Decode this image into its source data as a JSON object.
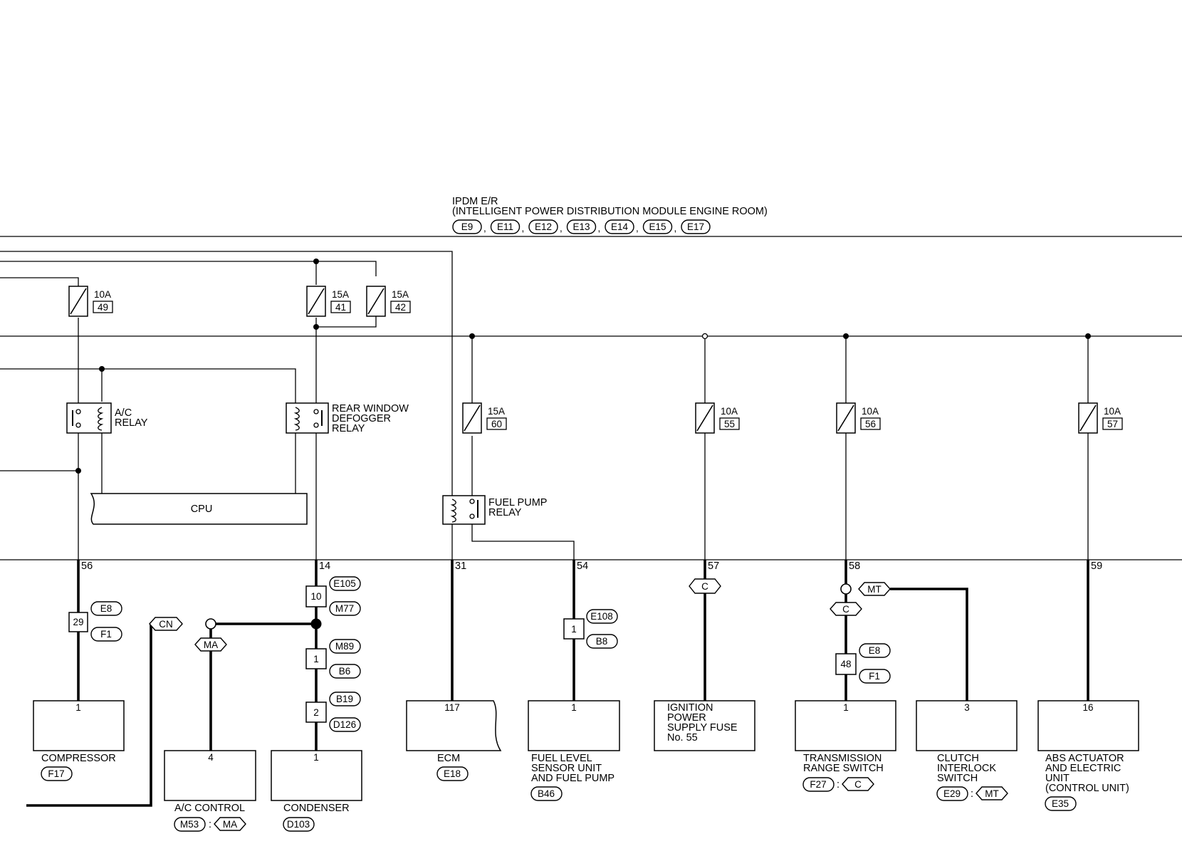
{
  "ipdm": {
    "title_line1": "IPDM E/R",
    "title_line2": "(INTELLIGENT POWER DISTRIBUTION MODULE ENGINE ROOM)",
    "connectors": [
      "E9",
      "E11",
      "E12",
      "E13",
      "E14",
      "E15",
      "E17"
    ]
  },
  "fuses": [
    {
      "id": "f49",
      "rating": "10A",
      "number": "49"
    },
    {
      "id": "f41",
      "rating": "15A",
      "number": "41"
    },
    {
      "id": "f42",
      "rating": "15A",
      "number": "42"
    },
    {
      "id": "f60",
      "rating": "15A",
      "number": "60"
    },
    {
      "id": "f55",
      "rating": "10A",
      "number": "55"
    },
    {
      "id": "f56",
      "rating": "10A",
      "number": "56"
    },
    {
      "id": "f57",
      "rating": "10A",
      "number": "57"
    }
  ],
  "relays": {
    "ac": [
      "A/C",
      "RELAY"
    ],
    "defogger": [
      "REAR WINDOW",
      "DEFOGGER",
      "RELAY"
    ],
    "fuel_pump": [
      "FUEL PUMP",
      "RELAY"
    ]
  },
  "cpu_label": "CPU",
  "terminals": [
    "56",
    "14",
    "31",
    "54",
    "57",
    "58",
    "59"
  ],
  "inline_connectors": {
    "c29": {
      "pin": "29",
      "top": "E8",
      "bottom": "F1"
    },
    "c10": {
      "pin": "10",
      "top": "E105",
      "bottom": "M77"
    },
    "c1a": {
      "pin": "1",
      "top": "M89",
      "bottom": "B6"
    },
    "c2": {
      "pin": "2",
      "top": "B19",
      "bottom": "D126"
    },
    "c1b": {
      "pin": "1",
      "top": "E108",
      "bottom": "B8"
    },
    "c48": {
      "pin": "48",
      "top": "E8",
      "bottom": "F1"
    }
  },
  "options": {
    "cn": "CN",
    "ma": "MA",
    "c57": "C",
    "mt": "MT",
    "c58": "C"
  },
  "components": {
    "compressor": {
      "pin": "1",
      "name": [
        "COMPRESSOR"
      ],
      "connector": "F17"
    },
    "ac_control": {
      "pin": "4",
      "name": [
        "A/C CONTROL"
      ],
      "connector": "M53",
      "option": "MA"
    },
    "condenser": {
      "pin": "1",
      "name": [
        "CONDENSER"
      ],
      "connector": "D103"
    },
    "ecm": {
      "pin": "117",
      "name": [
        "ECM"
      ],
      "connector": "E18"
    },
    "fuel_level": {
      "pin": "1",
      "name": [
        "FUEL LEVEL",
        "SENSOR UNIT",
        "AND FUEL PUMP"
      ],
      "connector": "B46"
    },
    "ignition_fuse": {
      "name": [
        "IGNITION",
        "POWER",
        "SUPPLY FUSE",
        "No. 55"
      ]
    },
    "transmission": {
      "pin": "1",
      "name": [
        "TRANSMISSION",
        "RANGE SWITCH"
      ],
      "connector": "F27",
      "option": "C"
    },
    "clutch": {
      "pin": "3",
      "name": [
        "CLUTCH",
        "INTERLOCK",
        "SWITCH"
      ],
      "connector": "E29",
      "option": "MT"
    },
    "abs": {
      "pin": "16",
      "name": [
        "ABS ACTUATOR",
        "AND ELECTRIC",
        "UNIT",
        "(CONTROL UNIT)"
      ],
      "connector": "E35"
    }
  }
}
